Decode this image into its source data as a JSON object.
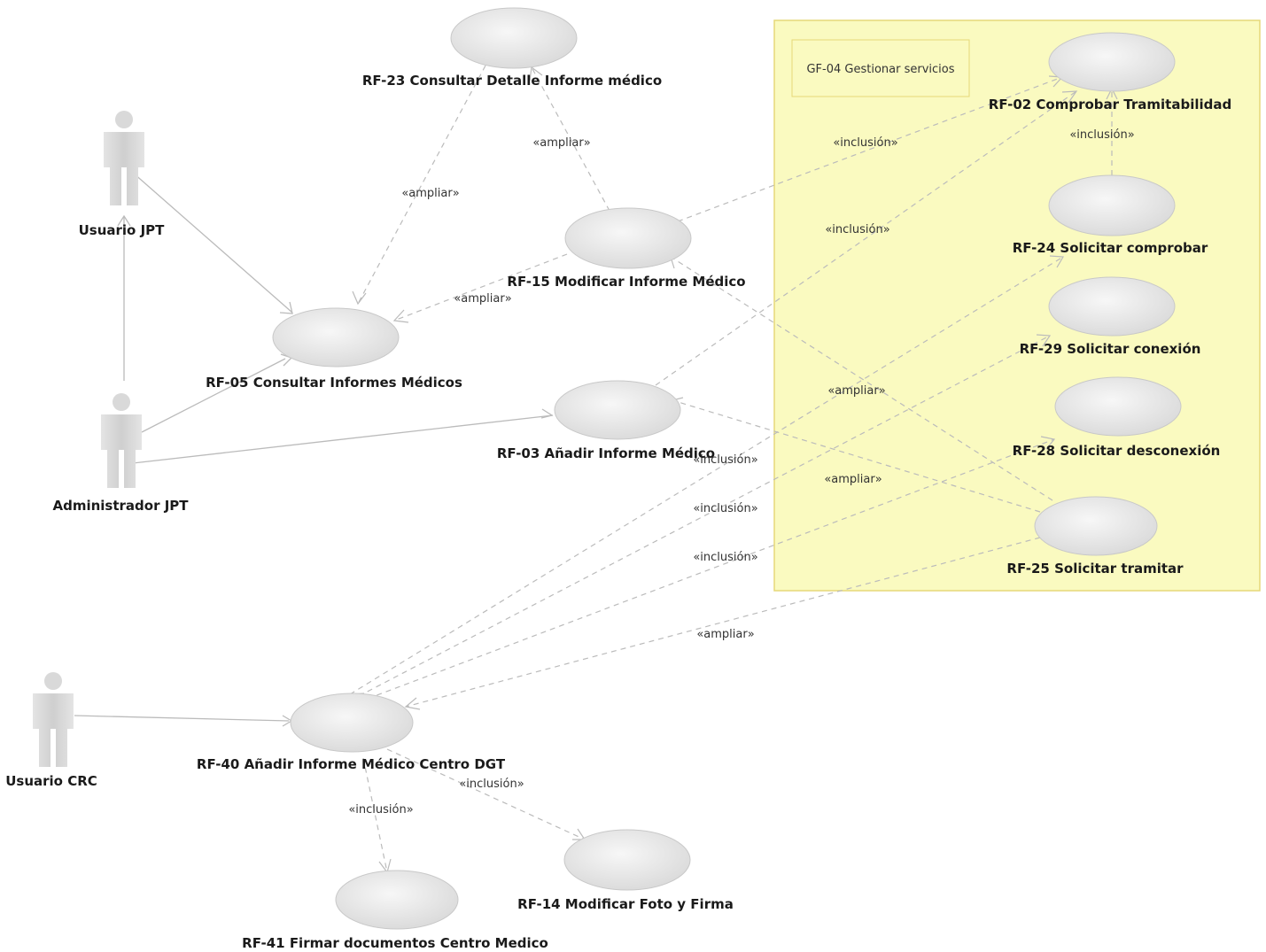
{
  "package": {
    "label": "GF-04 Gestionar servicios"
  },
  "actors": {
    "usuario_jpt": "Usuario JPT",
    "administrador_jpt": "Administrador JPT",
    "usuario_crc": "Usuario CRC"
  },
  "use_cases": {
    "rf23": "RF-23 Consultar Detalle Informe médico",
    "rf15": "RF-15 Modificar Informe Médico",
    "rf05": "RF-05 Consultar Informes Médicos",
    "rf03": "RF-03 Añadir Informe Médico",
    "rf02": "RF-02 Comprobar Tramitabilidad",
    "rf24": "RF-24 Solicitar comprobar",
    "rf29": "RF-29 Solicitar conexión",
    "rf28": "RF-28 Solicitar desconexión",
    "rf25": "RF-25 Solicitar tramitar",
    "rf40": "RF-40 Añadir Informe Médico Centro DGT",
    "rf14": "RF-14 Modificar Foto y Firma",
    "rf41": "RF-41 Firmar documentos Centro Medico"
  },
  "stereotypes": {
    "ampliar": "«ampliar»",
    "inclusion": "«inclusión»"
  },
  "colors": {
    "package_fill": "#fafac0",
    "package_border": "#e6d878",
    "line": "#bbbbbb",
    "actor": "#d4d4d4"
  }
}
